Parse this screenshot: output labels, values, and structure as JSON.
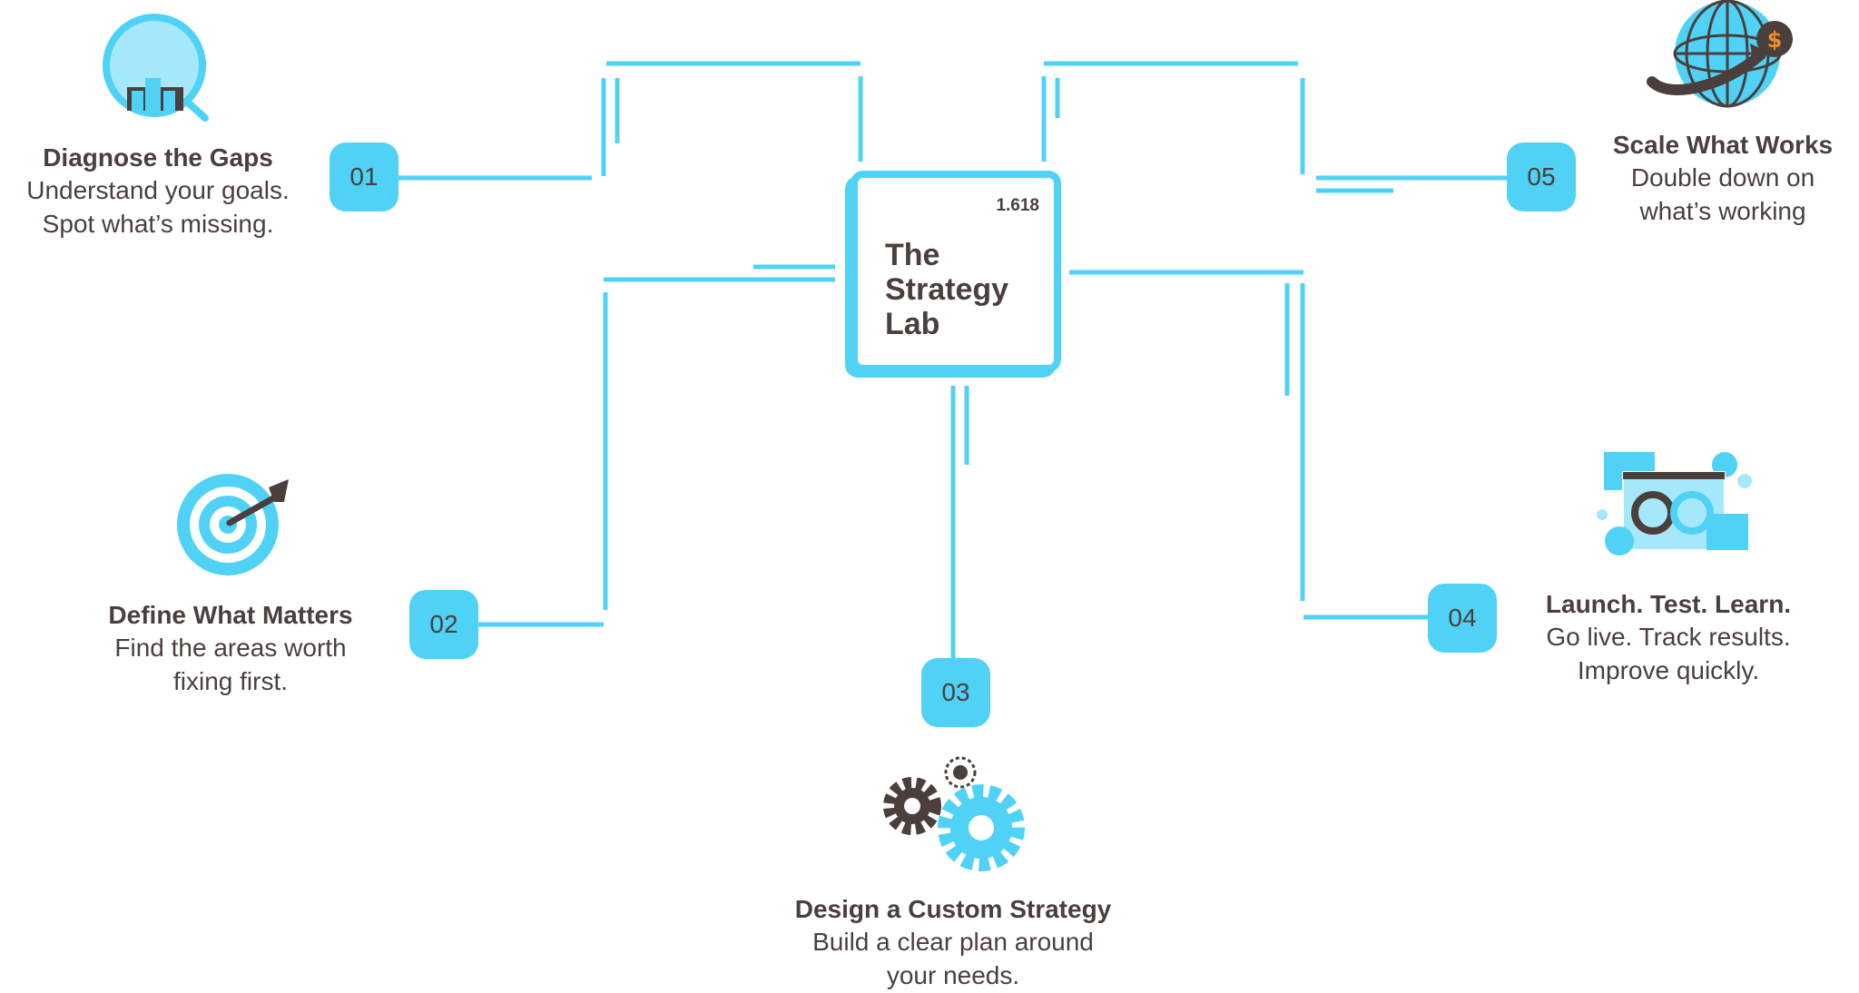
{
  "center": {
    "number": "1.618",
    "title_line1": "The",
    "title_line2": "Strategy",
    "title_line3": "Lab"
  },
  "steps": [
    {
      "badge": "01",
      "title": "Diagnose the Gaps",
      "line1": "Understand your goals.",
      "line2": "Spot what’s missing.",
      "icon": "magnifier-chart-icon"
    },
    {
      "badge": "02",
      "title": "Define What Matters",
      "line1": "Find the areas worth",
      "line2": "fixing first.",
      "icon": "target-dart-icon"
    },
    {
      "badge": "03",
      "title": "Design a Custom Strategy",
      "line1": "Build a clear plan around",
      "line2": "your needs.",
      "icon": "gears-icon"
    },
    {
      "badge": "04",
      "title": "Launch. Test. Learn.",
      "line1": "Go live. Track results.",
      "line2": "Improve quickly.",
      "icon": "infinity-loop-icon"
    },
    {
      "badge": "05",
      "title": "Scale What Works",
      "line1": "Double down on",
      "line2": "what’s working",
      "icon": "globe-dollar-icon"
    }
  ],
  "colors": {
    "accent": "#4fd2f5",
    "accent_light": "#a6e8fb",
    "text": "#4a3f3c",
    "dark": "#4a3f3c",
    "orange": "#f08a24"
  }
}
